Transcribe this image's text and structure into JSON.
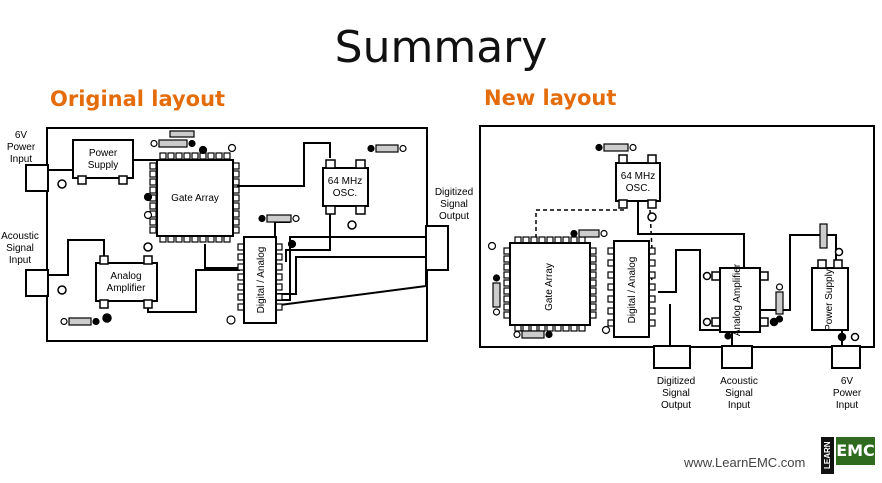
{
  "title": "Summary",
  "left": {
    "heading": "Original layout",
    "power_supply": [
      "Power",
      "Supply"
    ],
    "gate_array": "Gate Array",
    "osc": [
      "64 MHz",
      "OSC."
    ],
    "digital_analog": "Digital / Analog",
    "analog_amplifier": [
      "Analog",
      "Amplifier"
    ],
    "input_6v": [
      "6V",
      "Power",
      "Input"
    ],
    "input_acoustic": [
      "Acoustic",
      "Signal",
      "Input"
    ],
    "output_digitized": [
      "Digitized",
      "Signal",
      "Output"
    ]
  },
  "right": {
    "heading": "New layout",
    "osc": [
      "64 MHz",
      "OSC."
    ],
    "gate_array": "Gate Array",
    "digital_analog": "Digital / Analog",
    "analog_amplifier": "Analog Amplifier",
    "power_supply": "Power Supply",
    "output_digitized": [
      "Digitized",
      "Signal",
      "Output"
    ],
    "input_acoustic": [
      "Acoustic",
      "Signal",
      "Input"
    ],
    "input_6v": [
      "6V",
      "Power",
      "Input"
    ]
  },
  "footer": "www.LearnEMC.com",
  "logo": {
    "learn": "LEARN",
    "emc": "EMC"
  }
}
